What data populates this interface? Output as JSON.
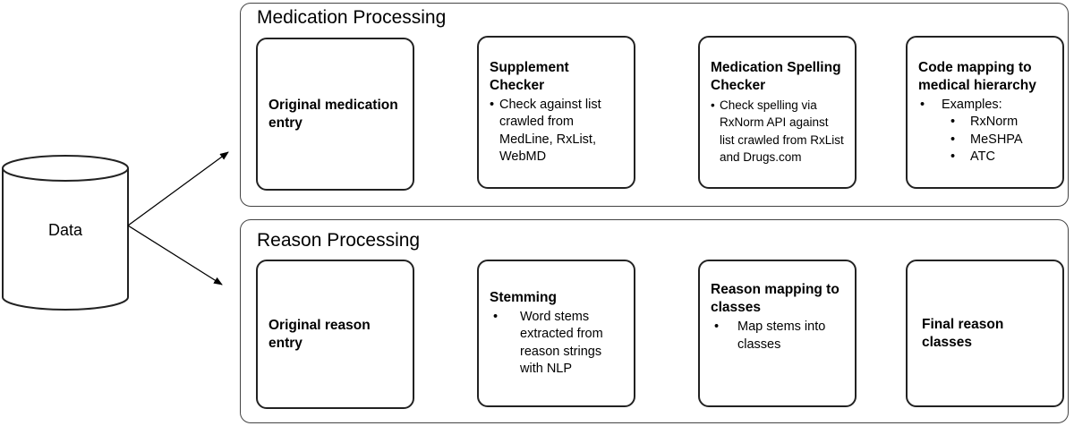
{
  "data_store": {
    "label": "Data"
  },
  "panels": [
    {
      "title": "Medication Processing",
      "boxes": [
        {
          "title": "Original medication entry",
          "items": []
        },
        {
          "title": "Supplement Checker",
          "items": [
            "Check against list crawled from MedLine, RxList, WebMD"
          ]
        },
        {
          "title": "Medication Spelling Checker",
          "items": [
            "Check spelling via RxNorm API against list crawled from RxList and Drugs.com"
          ]
        },
        {
          "title": "Code mapping to medical hierarchy",
          "items": [
            "Examples:"
          ],
          "sub_items": [
            "RxNorm",
            "MeSHPA",
            "ATC"
          ]
        }
      ]
    },
    {
      "title": "Reason Processing",
      "boxes": [
        {
          "title": "Original reason entry",
          "items": []
        },
        {
          "title": "Stemming",
          "items": [
            "Word stems extracted from reason strings with NLP"
          ]
        },
        {
          "title": "Reason mapping to classes",
          "items": [
            "Map stems into classes"
          ]
        },
        {
          "title": "Final reason classes",
          "items": []
        }
      ]
    }
  ]
}
